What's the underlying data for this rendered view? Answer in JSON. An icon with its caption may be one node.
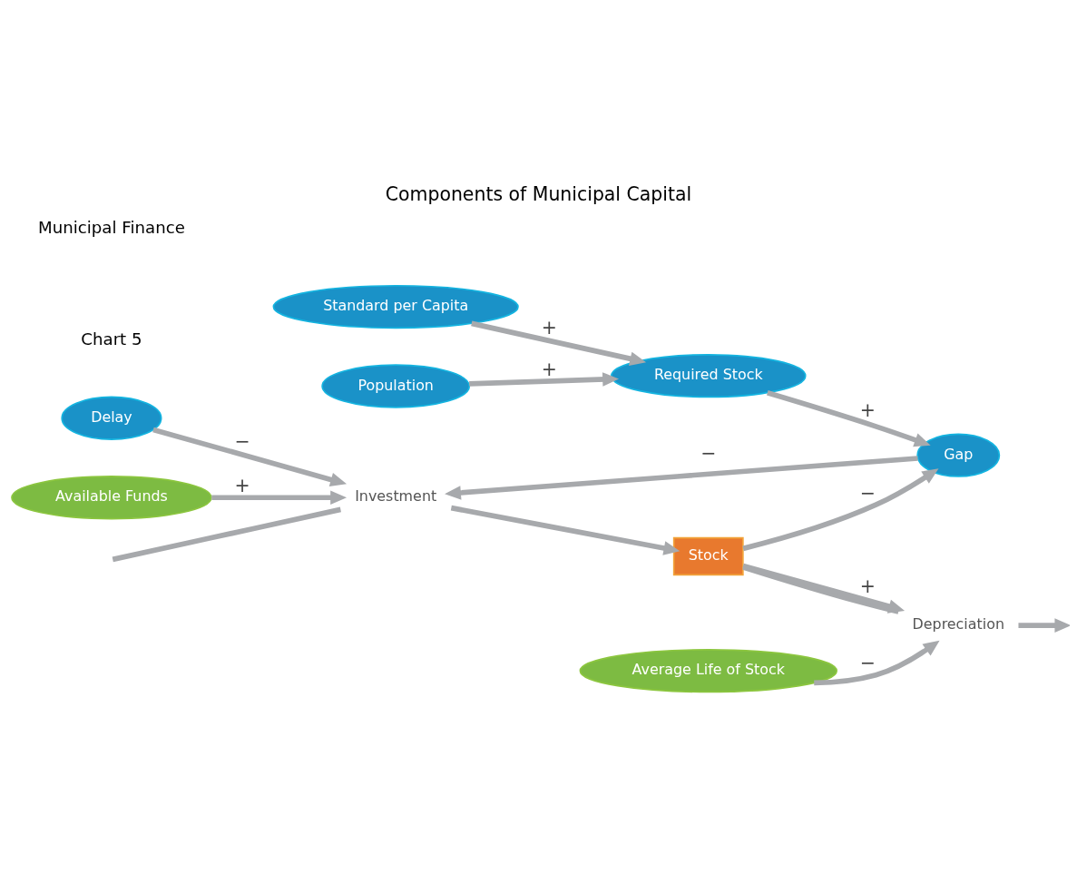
{
  "diagram": {
    "title": "Components of Municipal Capital",
    "nodes": [
      {
        "text": [
          "Delay"
        ]
      },
      {
        "text": [
          "Investment"
        ]
      },
      {
        "text": [
          "Stock"
        ]
      },
      {
        "text": [
          "Depreciation"
        ]
      },
      {
        "text": [
          "Available Funds"
        ]
      },
      {
        "text": [
          "Gap"
        ]
      },
      {
        "text": [
          "Average Life of Stock"
        ]
      },
      {
        "text": [
          "Standard per Capita"
        ]
      },
      {
        "text": [
          "Required Stock"
        ]
      },
      {
        "text": [
          "Population"
        ]
      }
    ],
    "edges": [
      {
        "from": null,
        "to": 1,
        "arrow": "none"
      },
      {
        "from": 1,
        "to": 2,
        "arrow": "to"
      },
      {
        "from": 2,
        "to": 3,
        "arrow": "none"
      },
      {
        "from": 3,
        "to": null,
        "arrow": "to"
      },
      {
        "from": 0,
        "to": 1,
        "arrow": "to",
        "label": "−"
      },
      {
        "from": 4,
        "to": 1,
        "arrow": "to",
        "label": "+"
      },
      {
        "from": 5,
        "to": 1,
        "arrow": "to",
        "label": "−"
      },
      {
        "from": 2,
        "to": 5,
        "arrow": "to",
        "label": "−"
      },
      {
        "from": 2,
        "to": 3,
        "arrow": "to",
        "label": "+"
      },
      {
        "from": 6,
        "to": 3,
        "arrow": "to",
        "label": "−"
      },
      {
        "from": 8,
        "to": 5,
        "arrow": "to",
        "label": "+"
      },
      {
        "from": 7,
        "to": 8,
        "arrow": "to",
        "label": "+"
      },
      {
        "from": 9,
        "to": 8,
        "arrow": "to",
        "label": "+"
      }
    ],
    "labels": [
      "Municipal Finance",
      "Chart 5"
    ]
  }
}
